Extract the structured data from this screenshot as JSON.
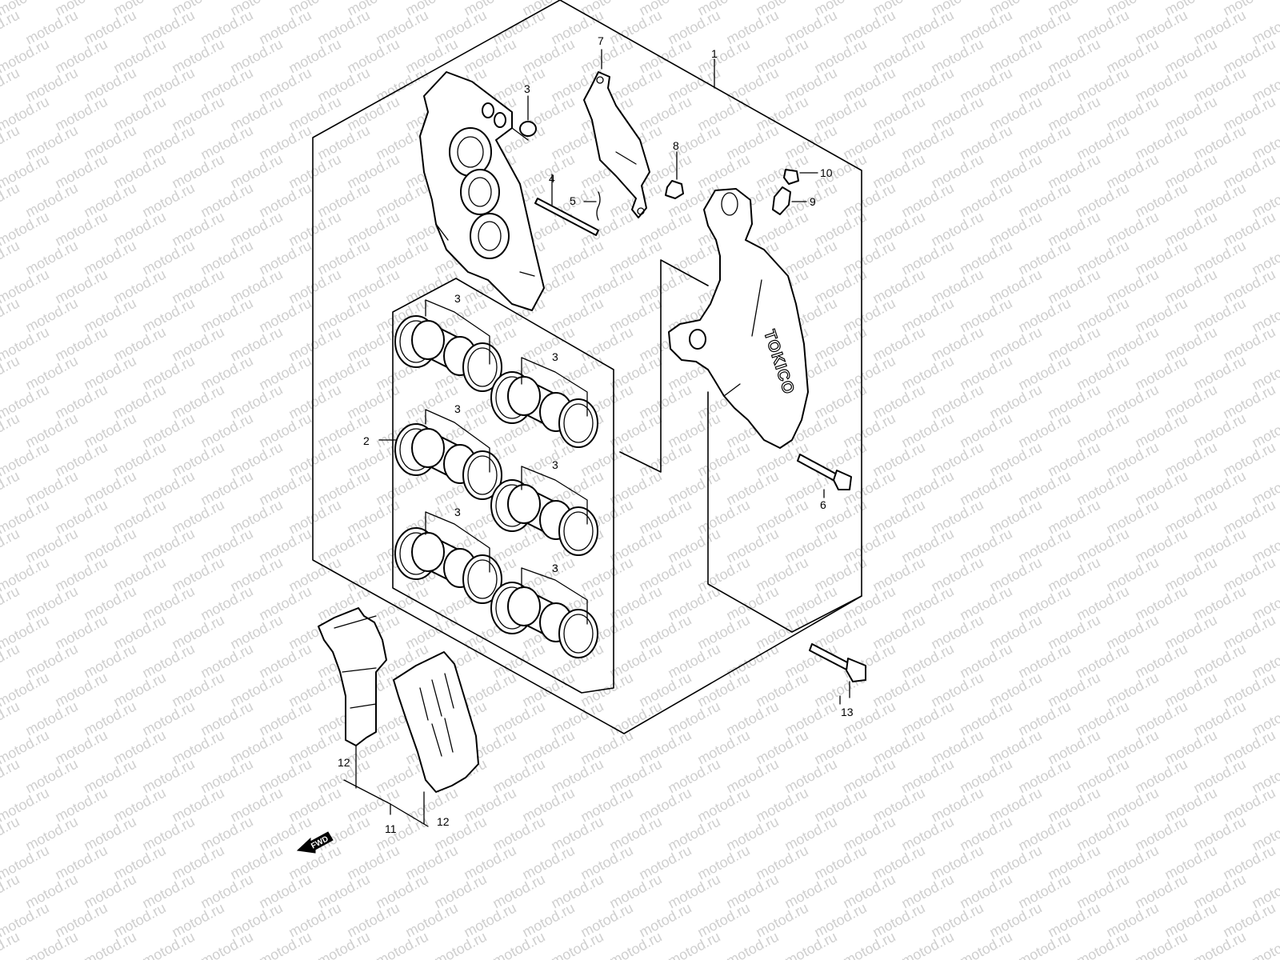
{
  "watermark": {
    "text": "motod.ru",
    "color": "#cfcfcf"
  },
  "diagram": {
    "caliper_cast_text": "TOKICO",
    "direction_label": "FWD",
    "callouts": {
      "c1": "1",
      "c2": "2",
      "c3a": "3",
      "c3b": "3",
      "c3c": "3",
      "c3d": "3",
      "c3e": "3",
      "c3f": "3",
      "c3g": "3",
      "c4": "4",
      "c5": "5",
      "c6": "6",
      "c7": "7",
      "c8": "8",
      "c9": "9",
      "c10": "10",
      "c11": "11",
      "c12a": "12",
      "c12b": "12",
      "c13": "13"
    }
  }
}
